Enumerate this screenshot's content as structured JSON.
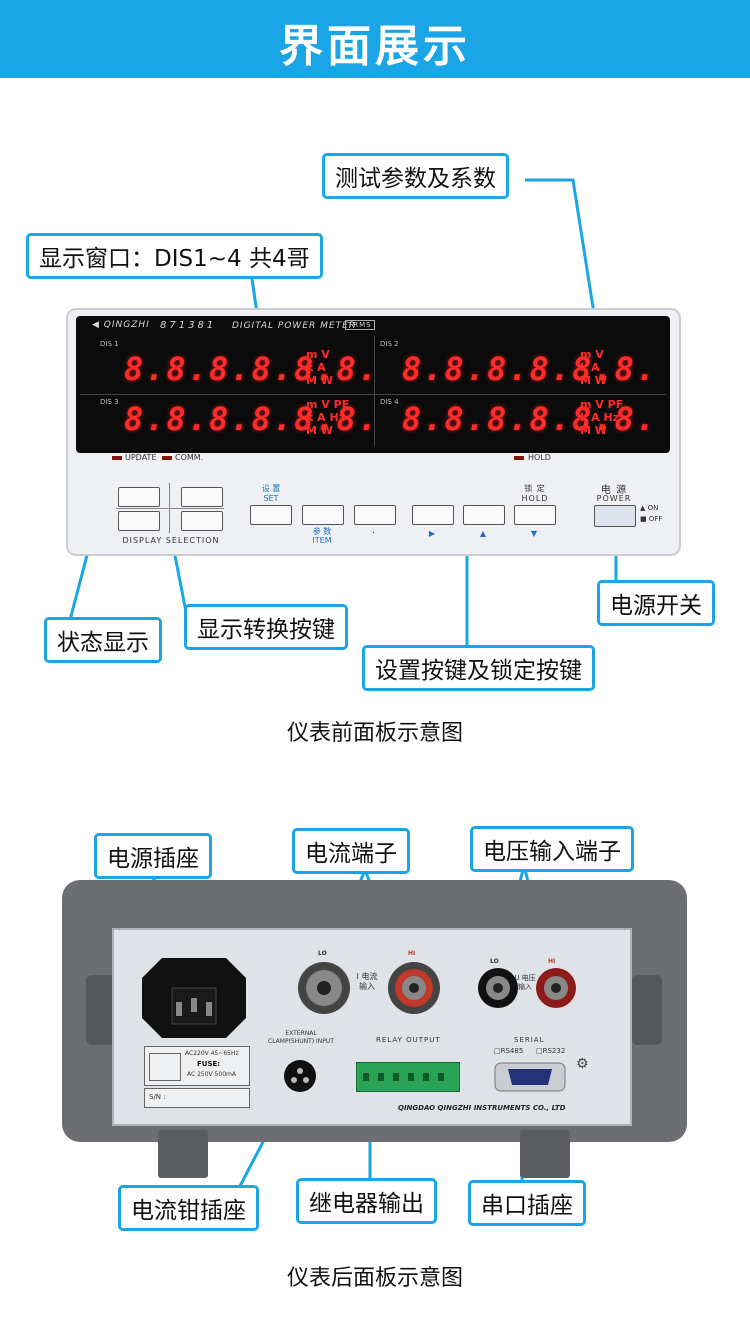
{
  "header": {
    "title": "界面展示",
    "bg_color": "#1aa6e6"
  },
  "front": {
    "callouts": {
      "test_params": "测试参数及系数",
      "display_window": "显示窗口：DIS1~4 共4哥",
      "status": "状态显示",
      "display_switch": "显示转换按键",
      "set_lock": "设置按键及锁定按键",
      "power_switch": "电源开关"
    },
    "caption": "仪表前面板示意图",
    "panel": {
      "brand": "QINGZHI",
      "model": "871381",
      "subtitle": "DIGITAL POWER METER",
      "trms": "TRMS",
      "dis": [
        {
          "label": "DIS 1",
          "value": "8.8.8.8.8.8.",
          "units": [
            "m V",
            "k A",
            "M W"
          ]
        },
        {
          "label": "DIS 2",
          "value": "8.8.8.8.8.8.",
          "units": [
            "m V",
            "k A",
            "M W"
          ]
        },
        {
          "label": "DIS 3",
          "value": "8.8.8.8.8.8.",
          "units": [
            "m V PF",
            "k A Hz",
            "M W"
          ]
        },
        {
          "label": "DIS 4",
          "value": "8.8.8.8.8.8.",
          "units": [
            "m V PF",
            "k A Hz",
            "M W"
          ]
        }
      ],
      "indicators": {
        "update": "UPDATE",
        "comm": "COMM.",
        "hold": "HOLD"
      },
      "display_selection": "DISPLAY SELECTION",
      "set_cn": "设 置",
      "set_en": "SET",
      "item_cn": "参 数",
      "item_en": "ITEM",
      "dot": "·",
      "right_arrow": "▶",
      "up_arrow": "▲",
      "down_arrow": "▼",
      "hold_cn": "锁 定",
      "hold_en": "HOLD",
      "power_cn": "电 源",
      "power_en": "POWER",
      "on": "ON",
      "off": "OFF"
    }
  },
  "rear": {
    "callouts": {
      "power_socket": "电源插座",
      "current_terminal": "电流端子",
      "voltage_terminal": "电压输入端子",
      "clamp_socket": "电流钳插座",
      "relay_output": "继电器输出",
      "serial_socket": "串口插座"
    },
    "caption": "仪表后面板示意图",
    "panel": {
      "lo1": "LO",
      "hi1": "HI",
      "current_input": "I 电流 输入",
      "lo2": "LO",
      "hi2": "HI",
      "voltage_input": "U 电压 输入",
      "power_rating": "AC220V 45~65Hz",
      "fuse": "FUSE:",
      "fuse_rating": "AC 250V 500mA",
      "sn": "S/N :",
      "clamp_label": "EXTERNAL CLAMP(SHUNT) INPUT",
      "relay_label": "RELAY OUTPUT",
      "serial_label": "SERIAL",
      "rs485": "RS485",
      "rs232": "RS232",
      "company": "QINGDAO QINGZHI INSTRUMENTS CO., LTD"
    }
  }
}
